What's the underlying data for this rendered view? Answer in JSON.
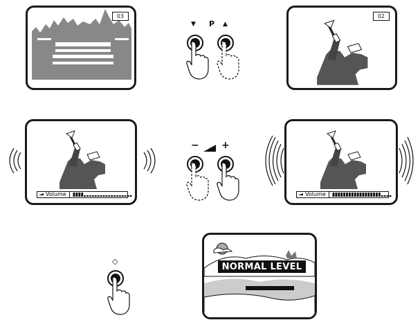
{
  "screens": {
    "channel_down_tv": {
      "channel": "03"
    },
    "channel_up_tv": {
      "channel": "02"
    },
    "volume_low_tv": {
      "volume_label": "Volume",
      "volume_level": 0.2
    },
    "volume_high_tv": {
      "volume_label": "Volume",
      "volume_level": 0.8
    },
    "normal_tv": {
      "banner": "NORMAL LEVEL"
    }
  },
  "controls": {
    "channel": {
      "down_symbol": "▼",
      "label": "P",
      "up_symbol": "▲"
    },
    "volume": {
      "minus_symbol": "−",
      "plus_symbol": "+"
    },
    "normal": {
      "symbol": "◇"
    }
  }
}
